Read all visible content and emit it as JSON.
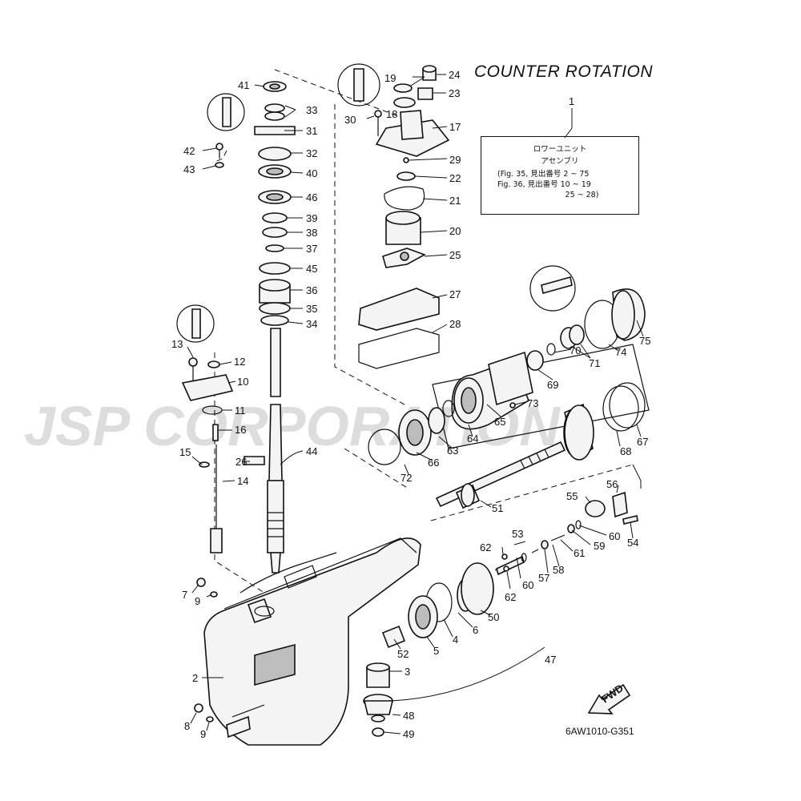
{
  "title": "COUNTER ROTATION",
  "drawing_code": "6AW1010-G351",
  "watermark": "JSP CORPORATION",
  "fwd_label": "FWD",
  "info_box": {
    "line1": "ロワーユニット",
    "line2": "アセンブリ",
    "ref1": "(Fig. 35, 見出番号  2 ~ 75",
    "ref2": " Fig. 36, 見出番号  10 ~ 19",
    "ref3": "                            25 ~ 28)"
  },
  "part_numbers": [
    "1",
    "2",
    "3",
    "4",
    "5",
    "6",
    "7",
    "8",
    "9",
    "9",
    "10",
    "11",
    "12",
    "13",
    "14",
    "15",
    "16",
    "17",
    "18",
    "19",
    "20",
    "21",
    "22",
    "23",
    "24",
    "25",
    "26",
    "27",
    "28",
    "29",
    "30",
    "31",
    "32",
    "33",
    "34",
    "35",
    "36",
    "37",
    "38",
    "39",
    "40",
    "41",
    "42",
    "43",
    "44",
    "45",
    "46",
    "47",
    "48",
    "49",
    "50",
    "51",
    "52",
    "53",
    "54",
    "55",
    "56",
    "57",
    "58",
    "59",
    "60",
    "60",
    "61",
    "62",
    "62",
    "63",
    "64",
    "65",
    "66",
    "67",
    "68",
    "69",
    "70",
    "71",
    "72",
    "73",
    "74",
    "75"
  ]
}
